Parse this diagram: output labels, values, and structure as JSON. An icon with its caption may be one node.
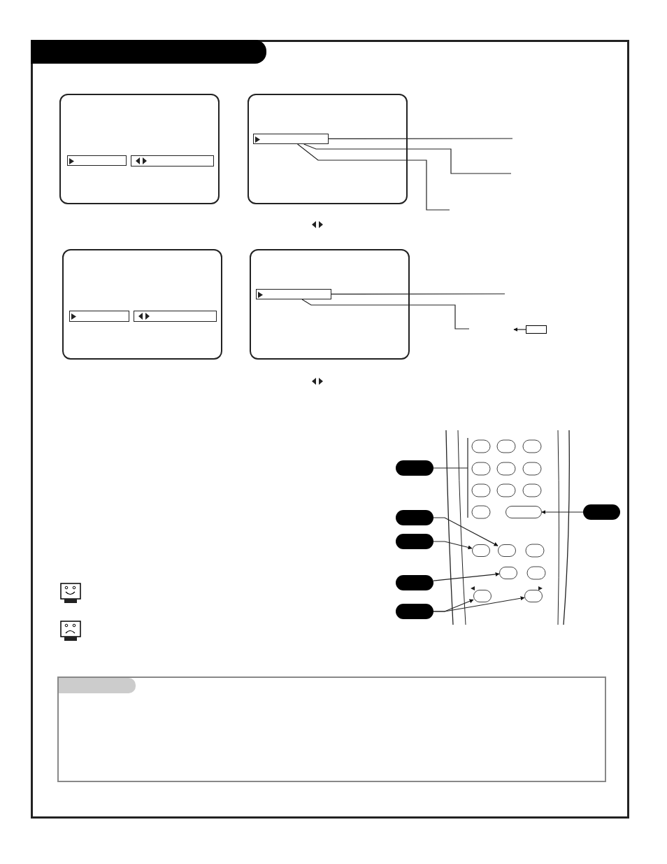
{
  "diagram": {
    "nodes": [
      {
        "text": [],
        "shape": "box"
      },
      {
        "text": [],
        "shape": "bar",
        "in": 0
      },
      {
        "text": [],
        "shape": "bar",
        "in": 0
      },
      {
        "text": [],
        "shape": "box"
      },
      {
        "text": [],
        "shape": "bar",
        "in": 3
      },
      {
        "text": [],
        "shape": "box"
      },
      {
        "text": [],
        "shape": "bar",
        "in": 5
      },
      {
        "text": [],
        "shape": "bar",
        "in": 5
      },
      {
        "text": [],
        "shape": "box"
      },
      {
        "text": [],
        "shape": "bar",
        "in": 8
      },
      {
        "text": [],
        "shape": "box"
      },
      {
        "text": [],
        "shape": "oval"
      },
      {
        "text": [],
        "shape": "oval"
      },
      {
        "text": [],
        "shape": "oval"
      },
      {
        "text": [],
        "shape": "oval"
      },
      {
        "text": [],
        "shape": "oval"
      },
      {
        "text": [],
        "shape": "oval"
      },
      {
        "text": [],
        "shape": "oval"
      },
      {
        "text": [],
        "shape": "oval"
      },
      {
        "text": [],
        "shape": "oval"
      },
      {
        "text": [],
        "shape": "oval"
      },
      {
        "text": [],
        "shape": "oval"
      },
      {
        "text": [],
        "shape": "oval"
      },
      {
        "text": [],
        "shape": "box"
      },
      {
        "text": [],
        "shape": "bar",
        "in": 23
      }
    ],
    "edges": [
      {
        "from": 4,
        "to": null,
        "arrow": "none"
      },
      {
        "from": 9,
        "to": null,
        "arrow": "none"
      },
      {
        "from": 10,
        "to": null,
        "arrow": "to"
      },
      {
        "from": 11,
        "to": null,
        "arrow": "none"
      },
      {
        "from": 13,
        "to": 12,
        "arrow": "to"
      },
      {
        "from": 14,
        "to": 17,
        "arrow": "to"
      },
      {
        "from": 15,
        "to": 16,
        "arrow": "to"
      },
      {
        "from": 18,
        "to": 19,
        "arrow": "to"
      },
      {
        "from": 20,
        "to": 21,
        "arrow": "to"
      },
      {
        "from": 20,
        "to": 22,
        "arrow": "to"
      },
      {
        "from": 4,
        "to": null,
        "arrow": "none"
      },
      {
        "from": 4,
        "to": null,
        "arrow": "none"
      },
      {
        "from": 9,
        "to": null,
        "arrow": "none"
      }
    ]
  }
}
